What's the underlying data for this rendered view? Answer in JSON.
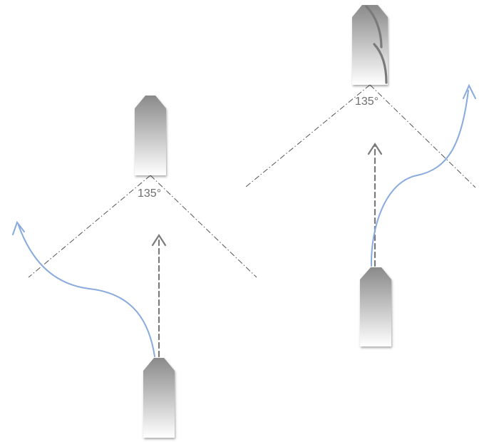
{
  "colors": {
    "background": "#ffffff",
    "sector_line": "#555555",
    "heading_arrow": "#7a7a7a",
    "course_curve": "#88aadd",
    "vessel_shade_dark": "#8a8a8a",
    "vessel_shade_light": "#ffffff",
    "stern_light_arc": "#7a7a7a",
    "label_text": "#6e6e6e"
  },
  "scenes": [
    {
      "id": "left",
      "stern_sector_label": "135°",
      "overtaking_course_alters_to": "port"
    },
    {
      "id": "right",
      "stern_sector_label": "135°",
      "overtaking_course_alters_to": "starboard"
    }
  ]
}
